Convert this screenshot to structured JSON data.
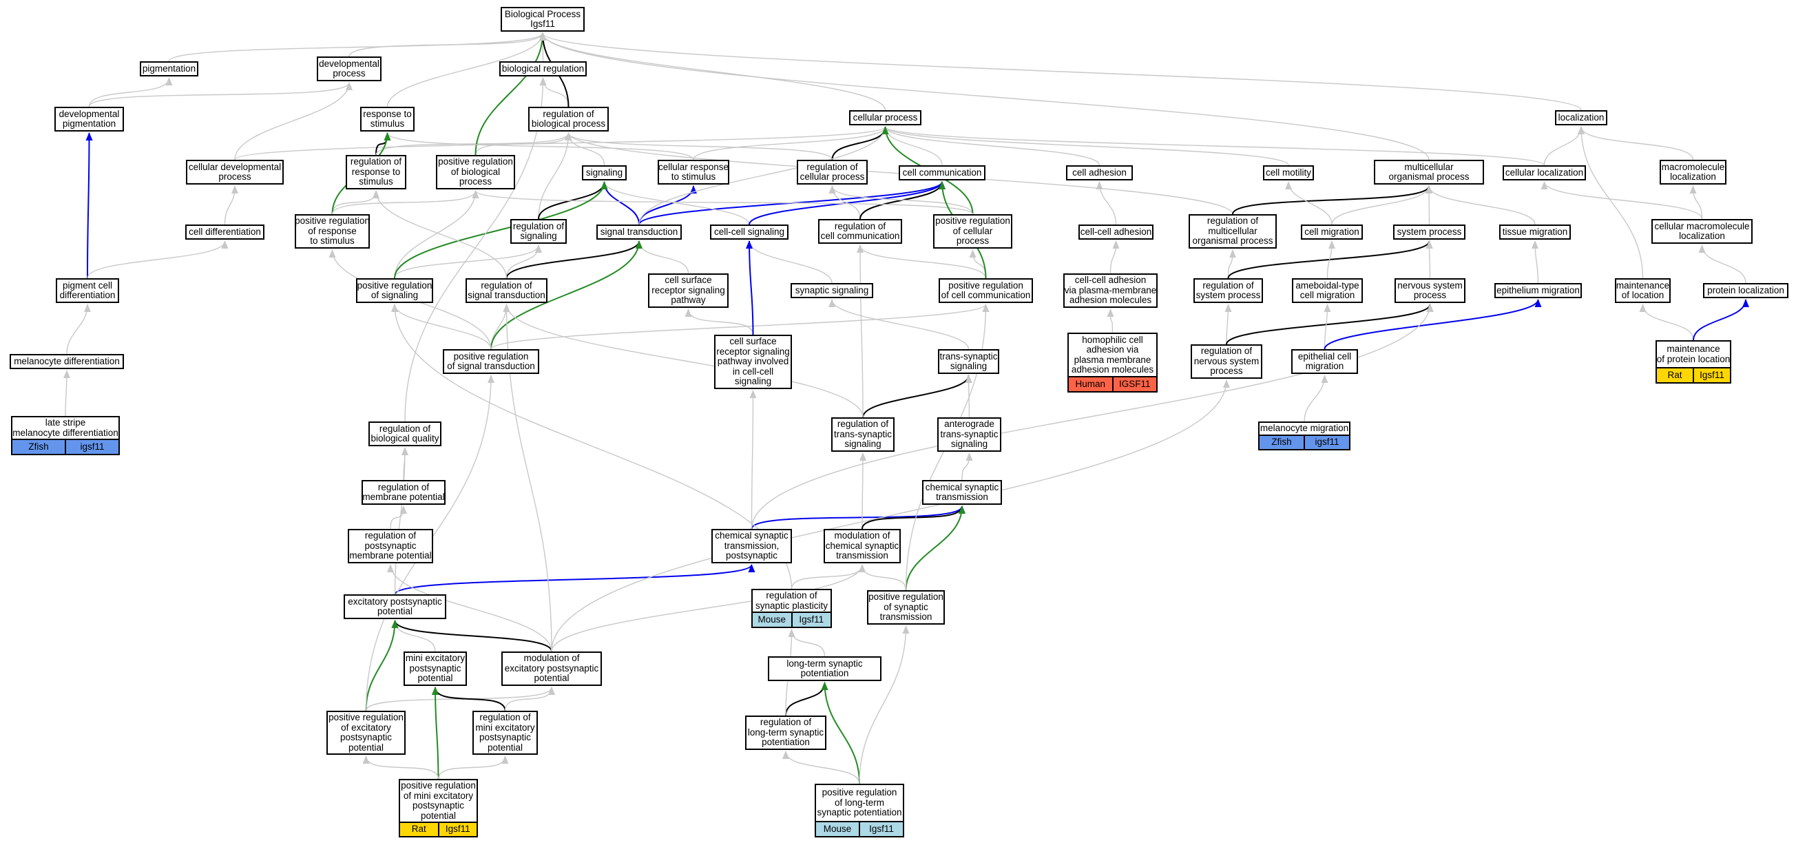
{
  "colors": {
    "grey": "#c8c8c8",
    "black": "#000000",
    "green": "#228b22",
    "blue": "#0000ee",
    "zfish": "#6495ed",
    "human": "#ff6347",
    "rat": "#ffd700",
    "mouse": "#add8e6"
  },
  "nodes": [
    {
      "id": "root",
      "label": "Biological Process\nIgsf11"
    },
    {
      "id": "pigmentation",
      "label": "pigmentation"
    },
    {
      "id": "devproc",
      "label": "developmental\nprocess"
    },
    {
      "id": "bioreg",
      "label": "biological regulation"
    },
    {
      "id": "devpig",
      "label": "developmental\npigmentation"
    },
    {
      "id": "resp",
      "label": "response to\nstimulus"
    },
    {
      "id": "regbio",
      "label": "regulation of\nbiological process"
    },
    {
      "id": "cellproc",
      "label": "cellular process"
    },
    {
      "id": "localization",
      "label": "localization"
    },
    {
      "id": "celldev",
      "label": "cellular developmental\nprocess"
    },
    {
      "id": "regresp",
      "label": "regulation of\nresponse to\nstimulus"
    },
    {
      "id": "posregbio",
      "label": "positive regulation\nof biological\nprocess"
    },
    {
      "id": "signaling",
      "label": "signaling"
    },
    {
      "id": "cellresp",
      "label": "cellular response\nto stimulus"
    },
    {
      "id": "regcell",
      "label": "regulation of\ncellular process"
    },
    {
      "id": "cellcomm",
      "label": "cell communication"
    },
    {
      "id": "celladh",
      "label": "cell adhesion"
    },
    {
      "id": "cellmot",
      "label": "cell motility"
    },
    {
      "id": "multi",
      "label": "multicellular\norganismal process"
    },
    {
      "id": "cellloc",
      "label": "cellular localization"
    },
    {
      "id": "macroloc",
      "label": "macromolecule\nlocalization"
    },
    {
      "id": "celldiff",
      "label": "cell differentiation"
    },
    {
      "id": "posregresp",
      "label": "positive regulation\nof response\nto stimulus"
    },
    {
      "id": "regsig",
      "label": "regulation of\nsignaling"
    },
    {
      "id": "sigtrans",
      "label": "signal transduction"
    },
    {
      "id": "cellcellsig",
      "label": "cell-cell signaling"
    },
    {
      "id": "regcellcomm",
      "label": "regulation of\ncell communication"
    },
    {
      "id": "posregcell",
      "label": "positive regulation\nof cellular\nprocess"
    },
    {
      "id": "cellcelladh",
      "label": "cell-cell adhesion"
    },
    {
      "id": "regmulti",
      "label": "regulation of\nmulticellular\norganismal process"
    },
    {
      "id": "cellmig",
      "label": "cell migration"
    },
    {
      "id": "sysproc",
      "label": "system process"
    },
    {
      "id": "tissmig",
      "label": "tissue migration"
    },
    {
      "id": "cellmacroloc",
      "label": "cellular macromolecule\nlocalization"
    },
    {
      "id": "pigdiff",
      "label": "pigment cell\ndifferentiation"
    },
    {
      "id": "posregsig",
      "label": "positive regulation\nof signaling"
    },
    {
      "id": "regsigtrans",
      "label": "regulation of\nsignal transduction"
    },
    {
      "id": "csrsp",
      "label": "cell surface\nreceptor signaling\npathway"
    },
    {
      "id": "synsig",
      "label": "synaptic signaling"
    },
    {
      "id": "posregcellcomm",
      "label": "positive regulation\nof cell communication"
    },
    {
      "id": "ccaplasma",
      "label": "cell-cell adhesion\nvia plasma-membrane\nadhesion molecules"
    },
    {
      "id": "regsys",
      "label": "regulation of\nsystem process"
    },
    {
      "id": "amoeb",
      "label": "ameboidal-type\ncell migration"
    },
    {
      "id": "nervsys",
      "label": "nervous system\nprocess"
    },
    {
      "id": "epimig",
      "label": "epithelium migration"
    },
    {
      "id": "mainloc",
      "label": "maintenance\nof location"
    },
    {
      "id": "protloc",
      "label": "protein localization"
    },
    {
      "id": "melanodiff",
      "label": "melanocyte differentiation"
    },
    {
      "id": "posregsigtrans",
      "label": "positive regulation\nof signal transduction"
    },
    {
      "id": "csrspcc",
      "label": "cell surface\nreceptor signaling\npathway involved\nin cell-cell\nsignaling"
    },
    {
      "id": "transsyn",
      "label": "trans-synaptic\nsignaling"
    },
    {
      "id": "homophilic",
      "label": "homophilic cell\nadhesion via\nplasma membrane\nadhesion molecules",
      "ann": [
        "Human",
        "IGSF11"
      ],
      "annColor": "human"
    },
    {
      "id": "regnerv",
      "label": "regulation of\nnervous system\nprocess"
    },
    {
      "id": "epicellmig",
      "label": "epithelial cell\nmigration"
    },
    {
      "id": "mainprot",
      "label": "maintenance\nof protein location",
      "ann": [
        "Rat",
        "Igsf11"
      ],
      "annColor": "rat"
    },
    {
      "id": "latestripe",
      "label": "late stripe\nmelanocyte differentiation",
      "ann": [
        "Zfish",
        "igsf11"
      ],
      "annColor": "zfish"
    },
    {
      "id": "regbioq",
      "label": "regulation of\nbiological quality"
    },
    {
      "id": "regtranssyn",
      "label": "regulation of\ntrans-synaptic\nsignaling"
    },
    {
      "id": "antero",
      "label": "anterograde\ntrans-synaptic\nsignaling"
    },
    {
      "id": "melanomig",
      "label": "melanocyte migration",
      "ann": [
        "Zfish",
        "igsf11"
      ],
      "annColor": "zfish"
    },
    {
      "id": "regmemb",
      "label": "regulation of\nmembrane potential"
    },
    {
      "id": "chemsyn",
      "label": "chemical synaptic\ntransmission"
    },
    {
      "id": "regpostmemb",
      "label": "regulation of\npostsynaptic\nmembrane potential"
    },
    {
      "id": "chemsynpost",
      "label": "chemical synaptic\ntransmission,\npostsynaptic"
    },
    {
      "id": "modchemsyn",
      "label": "modulation of\nchemical synaptic\ntransmission"
    },
    {
      "id": "excitpost",
      "label": "excitatory postsynaptic\npotential"
    },
    {
      "id": "regsynplast",
      "label": "regulation of\nsynaptic plasticity",
      "ann": [
        "Mouse",
        "Igsf11"
      ],
      "annColor": "mouse"
    },
    {
      "id": "posregsyntrans",
      "label": "positive regulation\nof synaptic\ntransmission"
    },
    {
      "id": "miniexc",
      "label": "mini excitatory\npostsynaptic\npotential"
    },
    {
      "id": "modexc",
      "label": "modulation of\nexcitatory postsynaptic\npotential"
    },
    {
      "id": "ltp",
      "label": "long-term synaptic\npotentiation"
    },
    {
      "id": "posregexc",
      "label": "positive regulation\nof excitatory\npostsynaptic\npotential"
    },
    {
      "id": "regminiexc",
      "label": "regulation of\nmini excitatory\npostsynaptic\npotential"
    },
    {
      "id": "regltp",
      "label": "regulation of\nlong-term synaptic\npotentiation"
    },
    {
      "id": "posregminiexc",
      "label": "positive regulation\nof mini excitatory\npostsynaptic\npotential",
      "ann": [
        "Rat",
        "Igsf11"
      ],
      "annColor": "rat"
    },
    {
      "id": "posregltp",
      "label": "positive regulation\nof long-term\nsynaptic potentiation",
      "ann": [
        "Mouse",
        "Igsf11"
      ],
      "annColor": "mouse"
    }
  ],
  "edges": [
    [
      "pigmentation",
      "root",
      "grey"
    ],
    [
      "devproc",
      "root",
      "grey"
    ],
    [
      "bioreg",
      "root",
      "grey"
    ],
    [
      "devpig",
      "pigmentation",
      "grey"
    ],
    [
      "devpig",
      "devproc",
      "grey"
    ],
    [
      "resp",
      "root",
      "grey"
    ],
    [
      "regbio",
      "bioreg",
      "grey"
    ],
    [
      "regbio",
      "root",
      "black"
    ],
    [
      "cellproc",
      "root",
      "grey"
    ],
    [
      "localization",
      "root",
      "grey"
    ],
    [
      "celldev",
      "devproc",
      "grey"
    ],
    [
      "celldev",
      "cellproc",
      "grey"
    ],
    [
      "regresp",
      "resp",
      "black"
    ],
    [
      "regresp",
      "regbio",
      "grey"
    ],
    [
      "posregbio",
      "regbio",
      "grey"
    ],
    [
      "posregbio",
      "root",
      "green"
    ],
    [
      "signaling",
      "regbio",
      "grey"
    ],
    [
      "cellresp",
      "resp",
      "grey"
    ],
    [
      "cellresp",
      "cellproc",
      "grey"
    ],
    [
      "regcell",
      "regbio",
      "grey"
    ],
    [
      "regcell",
      "cellproc",
      "black"
    ],
    [
      "cellcomm",
      "cellproc",
      "grey"
    ],
    [
      "celladh",
      "cellproc",
      "grey"
    ],
    [
      "cellmot",
      "cellproc",
      "grey"
    ],
    [
      "multi",
      "root",
      "grey"
    ],
    [
      "cellloc",
      "localization",
      "grey"
    ],
    [
      "cellloc",
      "cellproc",
      "grey"
    ],
    [
      "macroloc",
      "localization",
      "grey"
    ],
    [
      "celldiff",
      "celldev",
      "grey"
    ],
    [
      "posregresp",
      "regresp",
      "grey"
    ],
    [
      "posregresp",
      "resp",
      "green"
    ],
    [
      "posregresp",
      "posregbio",
      "grey"
    ],
    [
      "regsig",
      "regbio",
      "grey"
    ],
    [
      "regsig",
      "signaling",
      "black"
    ],
    [
      "sigtrans",
      "signaling",
      "blue"
    ],
    [
      "sigtrans",
      "cellresp",
      "blue"
    ],
    [
      "sigtrans",
      "cellcomm",
      "blue"
    ],
    [
      "sigtrans",
      "cellproc",
      "grey"
    ],
    [
      "cellcellsig",
      "signaling",
      "grey"
    ],
    [
      "cellcellsig",
      "cellcomm",
      "blue"
    ],
    [
      "regcellcomm",
      "regcell",
      "grey"
    ],
    [
      "regcellcomm",
      "cellcomm",
      "black"
    ],
    [
      "posregcell",
      "regcell",
      "grey"
    ],
    [
      "posregcell",
      "cellproc",
      "green"
    ],
    [
      "posregcell",
      "posregbio",
      "grey"
    ],
    [
      "cellcelladh",
      "celladh",
      "grey"
    ],
    [
      "regmulti",
      "regbio",
      "grey"
    ],
    [
      "regmulti",
      "multi",
      "black"
    ],
    [
      "cellmig",
      "cellmot",
      "grey"
    ],
    [
      "cellmig",
      "multi",
      "grey"
    ],
    [
      "sysproc",
      "multi",
      "grey"
    ],
    [
      "tissmig",
      "multi",
      "grey"
    ],
    [
      "cellmacroloc",
      "macroloc",
      "grey"
    ],
    [
      "cellmacroloc",
      "cellloc",
      "grey"
    ],
    [
      "pigdiff",
      "devpig",
      "blue"
    ],
    [
      "pigdiff",
      "celldiff",
      "grey"
    ],
    [
      "posregsig",
      "regsig",
      "grey"
    ],
    [
      "posregsig",
      "posregbio",
      "grey"
    ],
    [
      "posregsig",
      "signaling",
      "green"
    ],
    [
      "regsigtrans",
      "regsig",
      "grey"
    ],
    [
      "regsigtrans",
      "sigtrans",
      "black"
    ],
    [
      "regsigtrans",
      "regresp",
      "grey"
    ],
    [
      "csrsp",
      "sigtrans",
      "grey"
    ],
    [
      "synsig",
      "cellcellsig",
      "grey"
    ],
    [
      "posregcellcomm",
      "regcellcomm",
      "grey"
    ],
    [
      "posregcellcomm",
      "posregcell",
      "grey"
    ],
    [
      "posregcellcomm",
      "cellcomm",
      "green"
    ],
    [
      "ccaplasma",
      "cellcelladh",
      "grey"
    ],
    [
      "regsys",
      "regmulti",
      "grey"
    ],
    [
      "regsys",
      "sysproc",
      "black"
    ],
    [
      "amoeb",
      "cellmig",
      "grey"
    ],
    [
      "nervsys",
      "sysproc",
      "grey"
    ],
    [
      "epimig",
      "tissmig",
      "grey"
    ],
    [
      "mainloc",
      "localization",
      "grey"
    ],
    [
      "protloc",
      "cellmacroloc",
      "grey"
    ],
    [
      "melanodiff",
      "pigdiff",
      "grey"
    ],
    [
      "posregsigtrans",
      "regsigtrans",
      "grey"
    ],
    [
      "posregsigtrans",
      "posregsig",
      "grey"
    ],
    [
      "posregsigtrans",
      "sigtrans",
      "green"
    ],
    [
      "posregsigtrans",
      "posregresp",
      "grey"
    ],
    [
      "posregsigtrans",
      "posregcellcomm",
      "grey"
    ],
    [
      "csrspcc",
      "csrsp",
      "grey"
    ],
    [
      "csrspcc",
      "cellcellsig",
      "blue"
    ],
    [
      "transsyn",
      "synsig",
      "grey"
    ],
    [
      "homophilic",
      "ccaplasma",
      "grey"
    ],
    [
      "regnerv",
      "regsys",
      "grey"
    ],
    [
      "regnerv",
      "nervsys",
      "black"
    ],
    [
      "epicellmig",
      "amoeb",
      "grey"
    ],
    [
      "epicellmig",
      "epimig",
      "blue"
    ],
    [
      "mainprot",
      "mainloc",
      "grey"
    ],
    [
      "mainprot",
      "protloc",
      "blue"
    ],
    [
      "latestripe",
      "melanodiff",
      "grey"
    ],
    [
      "regbioq",
      "bioreg",
      "grey"
    ],
    [
      "regtranssyn",
      "regsigtrans",
      "grey"
    ],
    [
      "regtranssyn",
      "transsyn",
      "black"
    ],
    [
      "regtranssyn",
      "regcellcomm",
      "grey"
    ],
    [
      "antero",
      "transsyn",
      "grey"
    ],
    [
      "melanomig",
      "epicellmig",
      "grey"
    ],
    [
      "regmemb",
      "regbioq",
      "grey"
    ],
    [
      "chemsyn",
      "antero",
      "grey"
    ],
    [
      "regpostmemb",
      "regmemb",
      "grey"
    ],
    [
      "chemsynpost",
      "csrspcc",
      "grey"
    ],
    [
      "chemsynpost",
      "chemsyn",
      "blue"
    ],
    [
      "chemsynpost",
      "nervsys",
      "grey"
    ],
    [
      "modchemsyn",
      "regtranssyn",
      "grey"
    ],
    [
      "modchemsyn",
      "chemsyn",
      "black"
    ],
    [
      "excitpost",
      "chemsynpost",
      "blue"
    ],
    [
      "excitpost",
      "regbioq",
      "grey"
    ],
    [
      "regsynplast",
      "modchemsyn",
      "grey"
    ],
    [
      "regsynplast",
      "posregsig",
      "grey"
    ],
    [
      "posregsyntrans",
      "modchemsyn",
      "grey"
    ],
    [
      "posregsyntrans",
      "chemsyn",
      "green"
    ],
    [
      "posregsyntrans",
      "posregcellcomm",
      "grey"
    ],
    [
      "miniexc",
      "excitpost",
      "grey"
    ],
    [
      "modexc",
      "excitpost",
      "black"
    ],
    [
      "modexc",
      "regpostmemb",
      "grey"
    ],
    [
      "modexc",
      "modchemsyn",
      "grey"
    ],
    [
      "modexc",
      "regnerv",
      "grey"
    ],
    [
      "modexc",
      "regsigtrans",
      "grey"
    ],
    [
      "ltp",
      "regsynplast",
      "grey"
    ],
    [
      "posregexc",
      "modexc",
      "grey"
    ],
    [
      "posregexc",
      "excitpost",
      "green"
    ],
    [
      "posregexc",
      "posregsigtrans",
      "grey"
    ],
    [
      "regminiexc",
      "miniexc",
      "black"
    ],
    [
      "regminiexc",
      "modexc",
      "grey"
    ],
    [
      "regltp",
      "ltp",
      "black"
    ],
    [
      "regltp",
      "regsynplast",
      "grey"
    ],
    [
      "posregminiexc",
      "regminiexc",
      "grey"
    ],
    [
      "posregminiexc",
      "miniexc",
      "green"
    ],
    [
      "posregminiexc",
      "posregexc",
      "grey"
    ],
    [
      "posregltp",
      "regltp",
      "grey"
    ],
    [
      "posregltp",
      "ltp",
      "green"
    ],
    [
      "posregltp",
      "posregsyntrans",
      "grey"
    ]
  ]
}
